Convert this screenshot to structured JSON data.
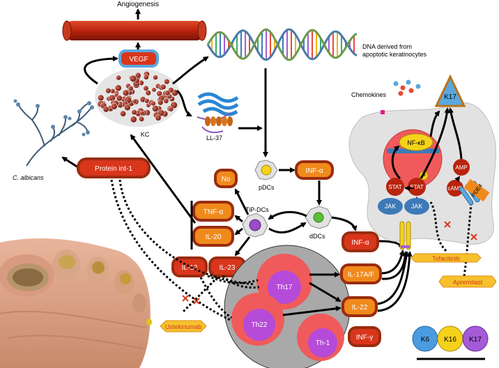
{
  "labels": {
    "angiogenesis": "Angiogenesis",
    "vegf": "VEGF",
    "kc": "KC",
    "dna_line1": "DNA derived from",
    "dna_line2": "apoptotic keratinocytes",
    "ll37": "LL-37",
    "c_albicans": "C. albicans",
    "protein_int1": "Protein int-1",
    "pdcs": "pDCs",
    "infa_top": "INF-α",
    "no": "No",
    "tnfa": "TNF-α",
    "tip_dcs": "TiP-DCs",
    "il20": "IL-20",
    "ddcs": "dDCs",
    "infa_right": "INF-α",
    "il12": "IL-12",
    "il23": "IL-23",
    "th17": "Th17",
    "th22": "Th22",
    "th1": "Th-1",
    "il17af": "IL-17A/F",
    "il22": "IL-22",
    "infg": "INF-γ",
    "chemokines": "Chemokines",
    "k17_triangle": "K17",
    "nfkb": "NF-κB",
    "p": "P",
    "stat_left": "STAT",
    "stat_right": "STAT",
    "jak_left": "JAK",
    "jak_right": "JAK",
    "amp": "AMP",
    "camp": "cAMP",
    "pde4": "PDE4",
    "tofacitinib": "Tofacitinib",
    "apremilast": "Apremilast",
    "ustekinumab": "Ustekinumab",
    "k6": "K6",
    "k16": "K16",
    "k17_legend": "K17"
  },
  "colors": {
    "red_dark": "#b8240e",
    "red_fill": "#d9361c",
    "orange_fill": "#f08a1c",
    "orange_border": "#9a2c10",
    "cell_gray": "#e2e2e2",
    "cluster_gray": "#a9a9a9",
    "th_outer": "#f05a5a",
    "th_inner": "#b54bd8",
    "jak_blue": "#3d7ab8",
    "k17_blue": "#5aa8df",
    "drug_yellow": "#f6c12d",
    "k6_blue": "#4a9be0",
    "k16_yellow": "#f4d21a",
    "k17_purple": "#a55ad8"
  }
}
